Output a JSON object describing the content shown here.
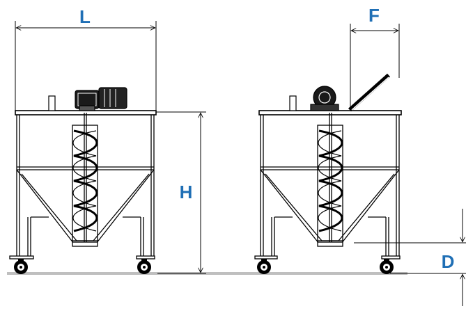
{
  "labels": {
    "length": "L",
    "height": "H",
    "flap": "F",
    "depth": "D"
  },
  "colors": {
    "label": "#1f6fb5",
    "line": "#000000",
    "floor": "#bfbfbf",
    "background": "#ffffff"
  }
}
